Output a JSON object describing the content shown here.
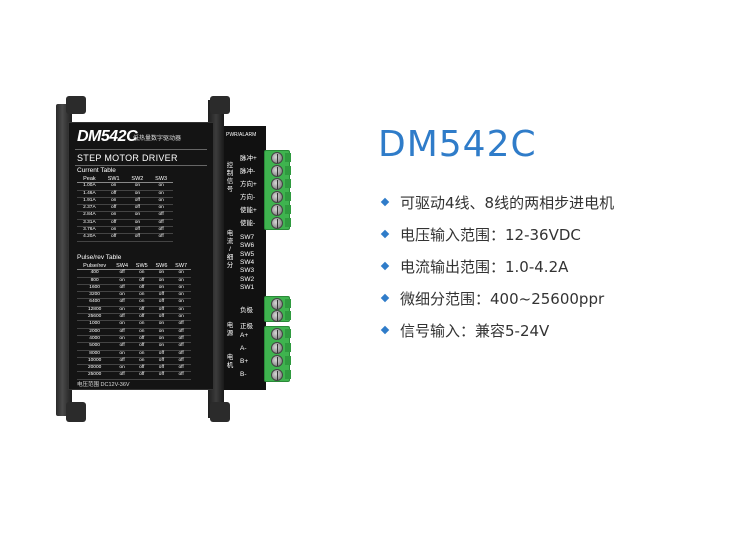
{
  "product": {
    "model": "DM542C",
    "brand_sub": "低热量数字驱动器",
    "subtitle": "STEP MOTOR DRIVER",
    "current_table": {
      "title": "Current Table",
      "headers": [
        "Peak",
        "SW1",
        "SW2",
        "SW3"
      ],
      "rows": [
        [
          "1.00A",
          "on",
          "on",
          "on"
        ],
        [
          "1.46A",
          "off",
          "on",
          "on"
        ],
        [
          "1.91A",
          "on",
          "off",
          "on"
        ],
        [
          "2.37A",
          "off",
          "off",
          "on"
        ],
        [
          "2.84A",
          "on",
          "on",
          "off"
        ],
        [
          "3.31A",
          "off",
          "on",
          "off"
        ],
        [
          "3.76A",
          "on",
          "off",
          "off"
        ],
        [
          "4.20A",
          "off",
          "off",
          "off"
        ]
      ]
    },
    "pulse_table": {
      "title": "Pulse/rev Table",
      "headers": [
        "Pulse/rev",
        "SW4",
        "SW5",
        "SW6",
        "SW7"
      ],
      "rows": [
        [
          "400",
          "off",
          "on",
          "on",
          "on"
        ],
        [
          "800",
          "on",
          "off",
          "on",
          "on"
        ],
        [
          "1600",
          "off",
          "off",
          "on",
          "on"
        ],
        [
          "3200",
          "on",
          "on",
          "off",
          "on"
        ],
        [
          "6400",
          "off",
          "on",
          "off",
          "on"
        ],
        [
          "12800",
          "on",
          "off",
          "off",
          "on"
        ],
        [
          "25600",
          "off",
          "off",
          "off",
          "on"
        ],
        [
          "1000",
          "on",
          "on",
          "on",
          "off"
        ],
        [
          "2000",
          "off",
          "on",
          "on",
          "off"
        ],
        [
          "4000",
          "on",
          "off",
          "on",
          "off"
        ],
        [
          "5000",
          "off",
          "off",
          "on",
          "off"
        ],
        [
          "8000",
          "on",
          "on",
          "off",
          "off"
        ],
        [
          "10000",
          "off",
          "on",
          "off",
          "off"
        ],
        [
          "20000",
          "on",
          "off",
          "off",
          "off"
        ],
        [
          "25000",
          "off",
          "off",
          "off",
          "off"
        ]
      ]
    },
    "footer": "电压范围 DC12V-36V",
    "panel": {
      "header": "PWR/ALARM",
      "signal_group": "控制信号",
      "signal_pins": [
        "脉冲+",
        "脉冲-",
        "方向+",
        "方向-",
        "使能+",
        "使能-"
      ],
      "switch_group": "电流 / 细分",
      "switch_pins": [
        "SW7",
        "SW6",
        "SW5",
        "SW4",
        "SW3",
        "SW2",
        "SW1"
      ],
      "power_group": "电源",
      "power_pins": [
        "负极",
        "正极"
      ],
      "motor_group": "电机",
      "motor_pins": [
        "A+",
        "A-",
        "B+",
        "B-"
      ]
    }
  },
  "info": {
    "title": "DM542C",
    "features": [
      "可驱动4线、8线的两相步进电机",
      "电压输入范围：12-36VDC",
      "电流输出范围：1.0-4.2A",
      "微细分范围：400~25600ppr",
      "信号输入：兼容5-24V"
    ],
    "accent_color": "#2f7cc9"
  }
}
